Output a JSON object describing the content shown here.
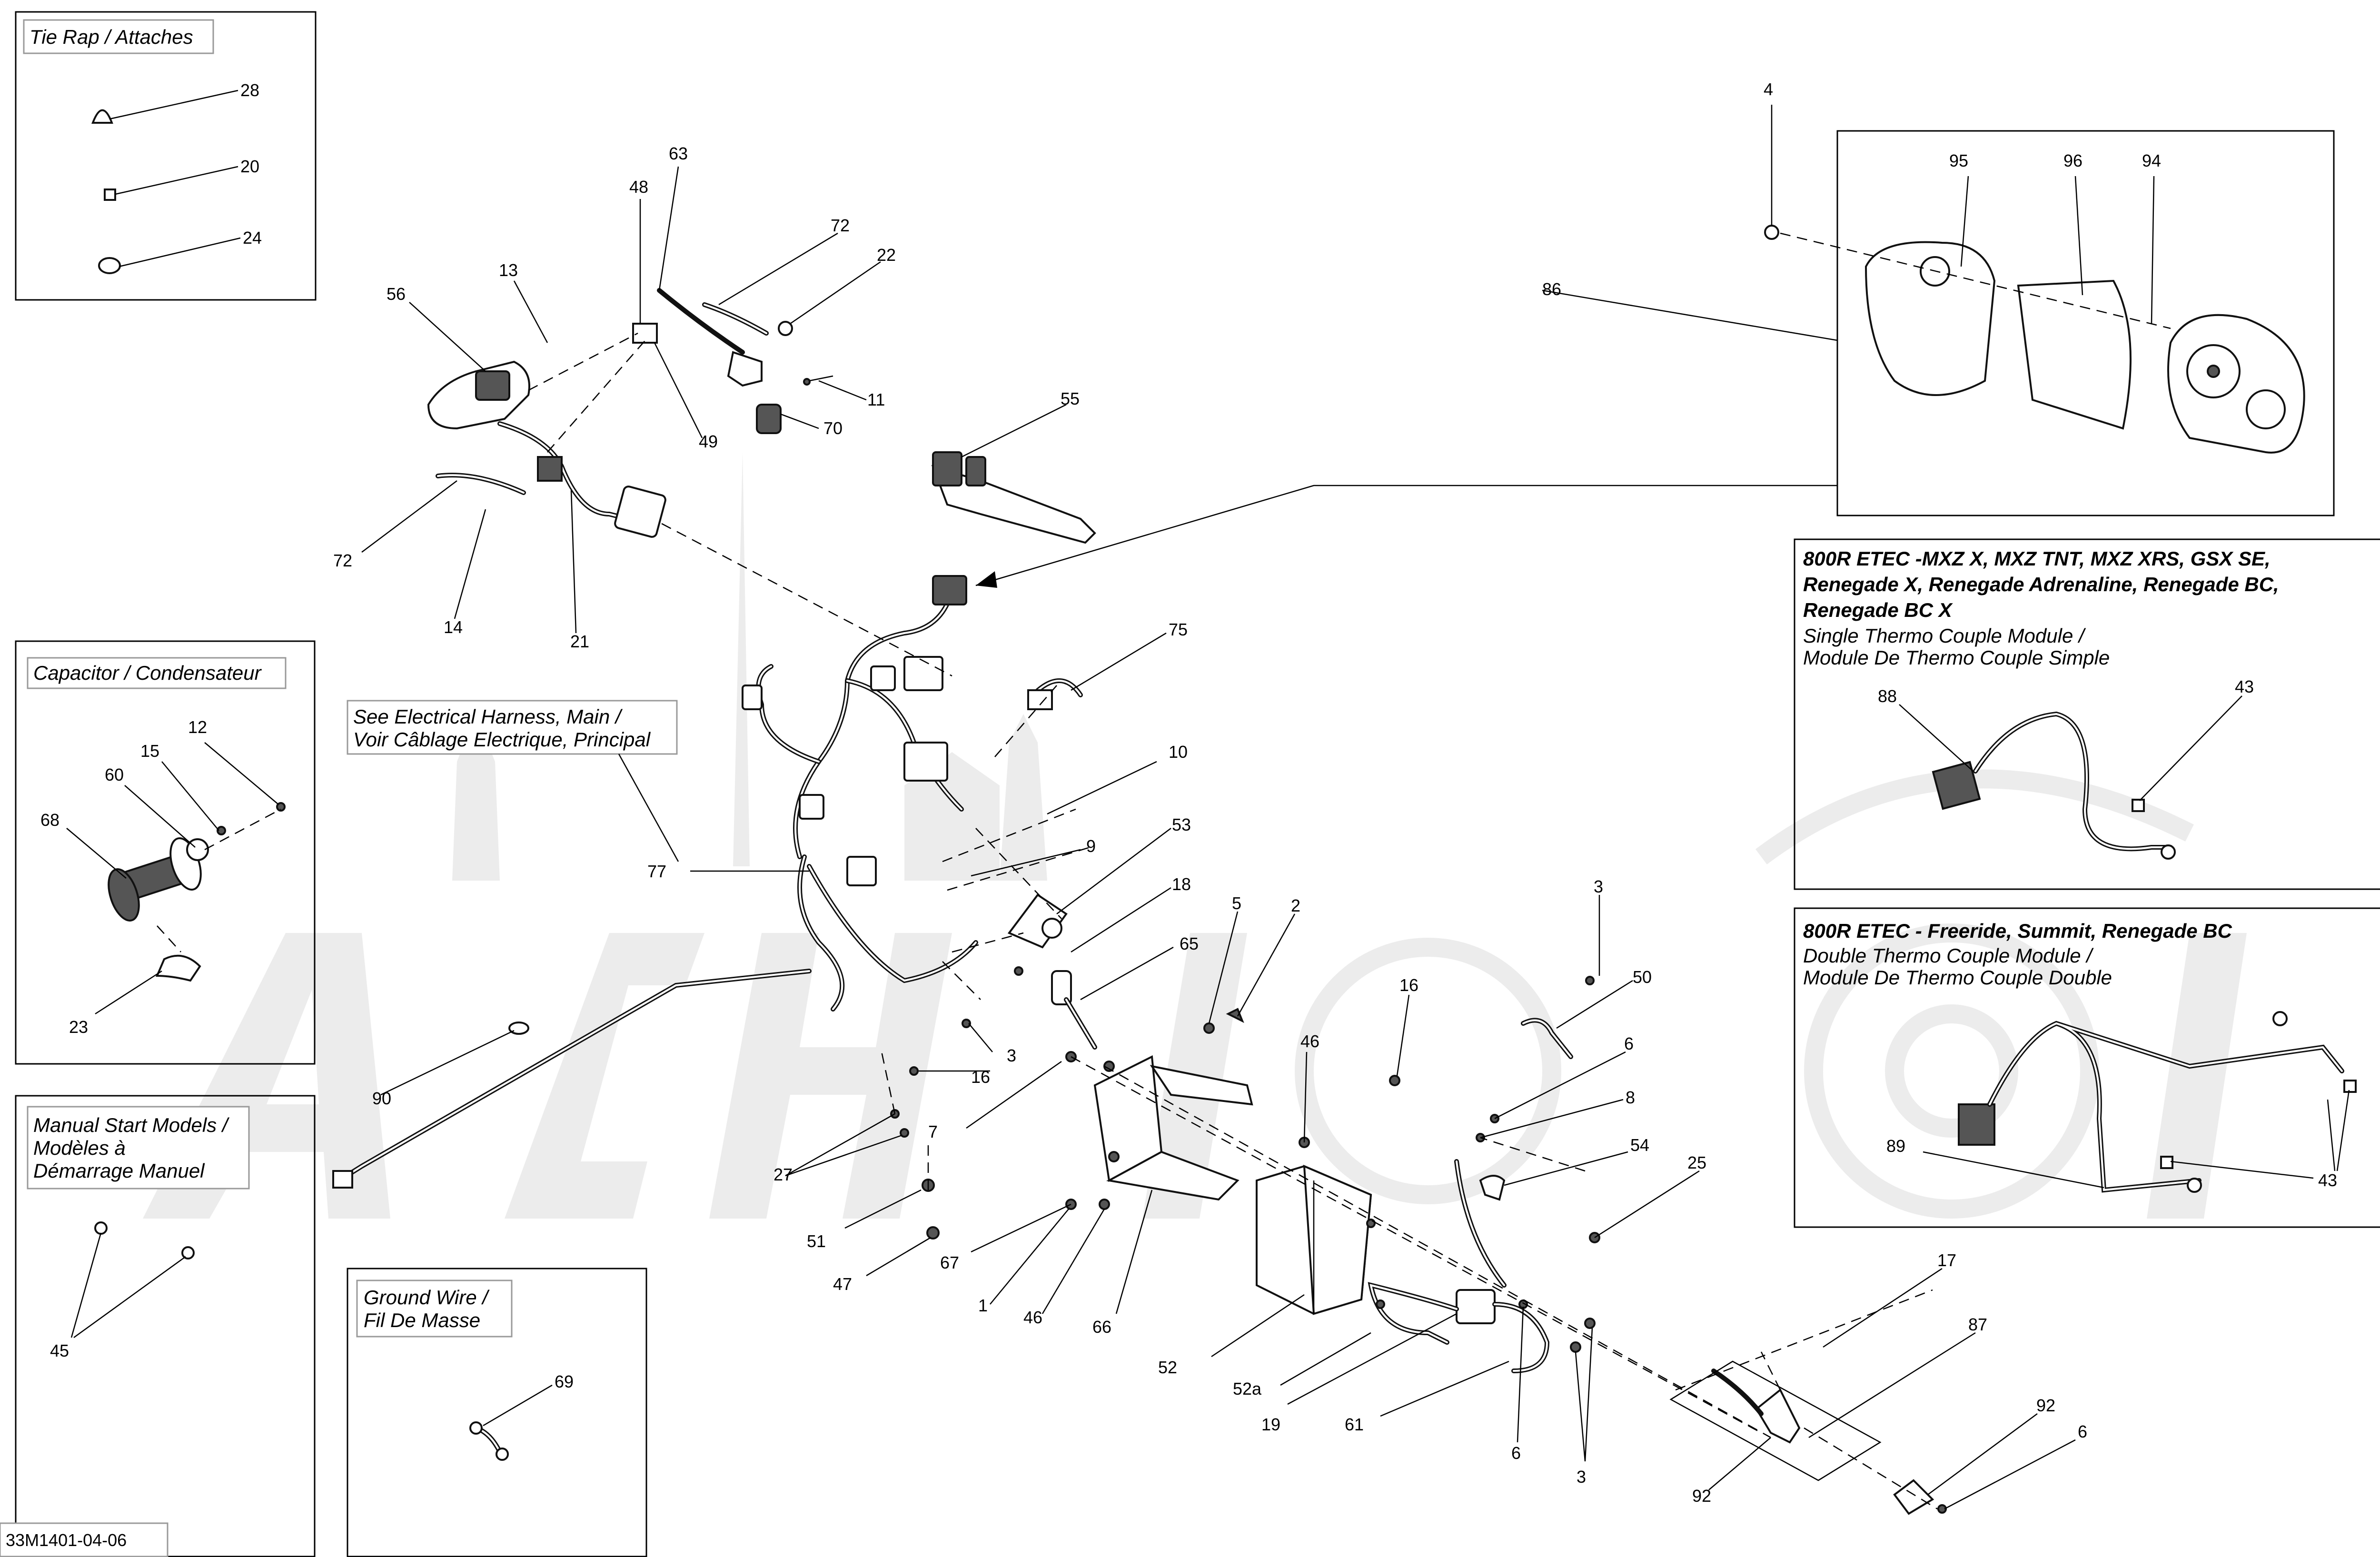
{
  "document": {
    "code": "33M1401-04-06",
    "watermark": "ActiMoto"
  },
  "boxes": {
    "tie_rap": {
      "title": "Tie Rap / Attaches",
      "items": [
        "28",
        "20",
        "24"
      ]
    },
    "capacitor": {
      "title": "Capacitor / Condensateur",
      "items": [
        "12",
        "15",
        "60",
        "68",
        "23"
      ]
    },
    "manual_start": {
      "title_1": "Manual Start Models /",
      "title_2": "Modèles à",
      "title_3": "Démarrage Manuel",
      "items": [
        "45"
      ]
    },
    "ground_wire": {
      "title_1": "Ground Wire /",
      "title_2": "Fil De Masse",
      "items": [
        "69"
      ]
    },
    "gauge": {
      "items": [
        "95",
        "96",
        "94"
      ]
    },
    "single_thermo": {
      "heading_1": "800R ETEC -MXZ X, MXZ TNT, MXZ XRS, GSX SE,",
      "heading_2": "Renegade X, Renegade Adrenaline, Renegade BC,",
      "heading_3": "Renegade BC X",
      "sub_1": "Single Thermo Couple Module /",
      "sub_2": "Module De Thermo Couple Simple",
      "items": [
        "88",
        "43"
      ]
    },
    "double_thermo": {
      "heading_1": "800R ETEC - Freeride, Summit, Renegade BC",
      "sub_1": "Double Thermo Couple Module /",
      "sub_2": "Module De Thermo Couple Double",
      "items": [
        "89",
        "43",
        "43"
      ]
    },
    "see_harness": {
      "line_1": "See Electrical Harness, Main /",
      "line_2": "Voir Câblage Electrique, Principal"
    }
  },
  "callouts": [
    "4",
    "86",
    "63",
    "72",
    "22",
    "48",
    "13",
    "56",
    "11",
    "70",
    "49",
    "55",
    "72",
    "14",
    "21",
    "75",
    "10",
    "9",
    "77",
    "53",
    "18",
    "65",
    "5",
    "2",
    "3",
    "50",
    "16",
    "3",
    "16",
    "90",
    "7",
    "46",
    "6",
    "8",
    "27",
    "54",
    "25",
    "51",
    "47",
    "67",
    "1",
    "46",
    "66",
    "52",
    "52a",
    "19",
    "61",
    "6",
    "3",
    "17",
    "87",
    "92",
    "92",
    "6"
  ]
}
